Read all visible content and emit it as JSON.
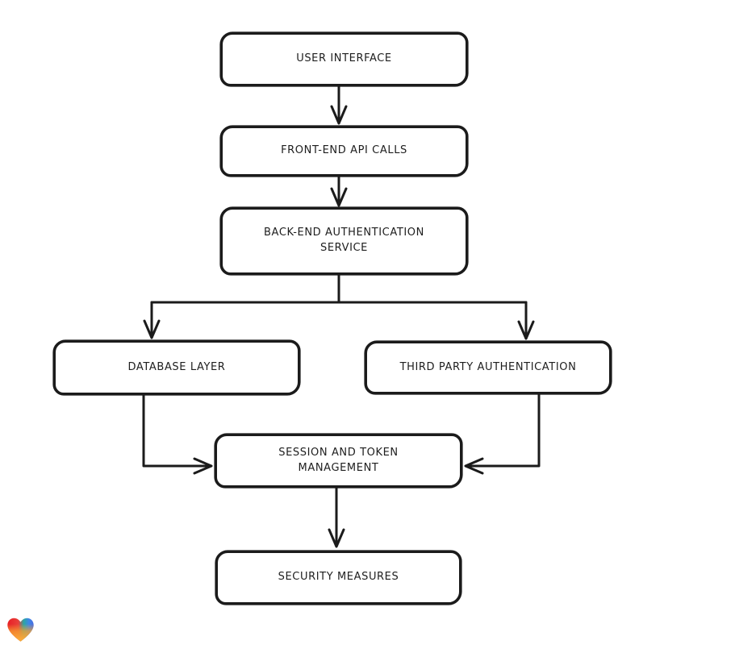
{
  "canvas": {
    "background": "#ffffff"
  },
  "diagram": {
    "type": "flowchart",
    "direction": "top-down",
    "style": {
      "stroke": "#1b1b1b",
      "node_fill": "#ffffff",
      "text_color": "#1e1e1e",
      "arrow_style": "open-chevron",
      "look": "hand-drawn"
    },
    "nodes": [
      {
        "id": "user-interface",
        "label": "USER INTERFACE"
      },
      {
        "id": "front-end-api-calls",
        "label": "FRONT-END API CALLS"
      },
      {
        "id": "back-end-authentication-service",
        "label": "BACK-END AUTHENTICATION SERVICE"
      },
      {
        "id": "database-layer",
        "label": "DATABASE LAYER"
      },
      {
        "id": "third-party-authentication",
        "label": "THIRD PARTY AUTHENTICATION"
      },
      {
        "id": "session-and-token-management",
        "label": "SESSION AND TOKEN MANAGEMENT"
      },
      {
        "id": "security-measures",
        "label": "SECURITY MEASURES"
      }
    ],
    "edges": [
      {
        "from": "user-interface",
        "to": "front-end-api-calls"
      },
      {
        "from": "front-end-api-calls",
        "to": "back-end-authentication-service"
      },
      {
        "from": "back-end-authentication-service",
        "to": "database-layer"
      },
      {
        "from": "back-end-authentication-service",
        "to": "third-party-authentication"
      },
      {
        "from": "database-layer",
        "to": "session-and-token-management"
      },
      {
        "from": "third-party-authentication",
        "to": "session-and-token-management"
      },
      {
        "from": "session-and-token-management",
        "to": "security-measures"
      }
    ],
    "logo": {
      "name": "eraser-heart-logo",
      "colors": [
        "#e81f26",
        "#2aa7a2",
        "#4a6ce0",
        "#f6a12f"
      ]
    }
  }
}
